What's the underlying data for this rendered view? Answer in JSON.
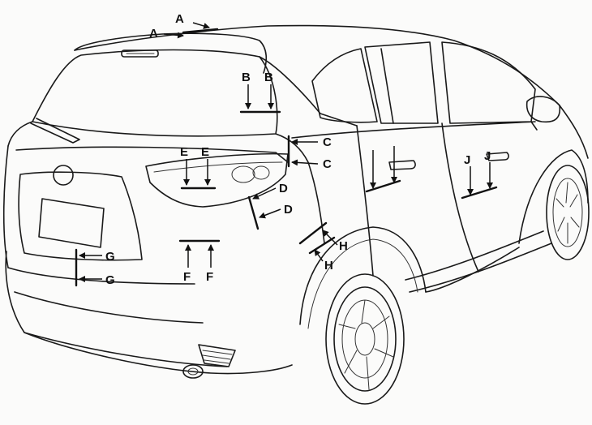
{
  "labels": {
    "A": "A",
    "B": "B",
    "C": "C",
    "D": "D",
    "E": "E",
    "F": "F",
    "G": "G",
    "H": "H",
    "J": "J"
  },
  "colors": {
    "ink": "#111111",
    "paper": "#fbfbfa"
  }
}
